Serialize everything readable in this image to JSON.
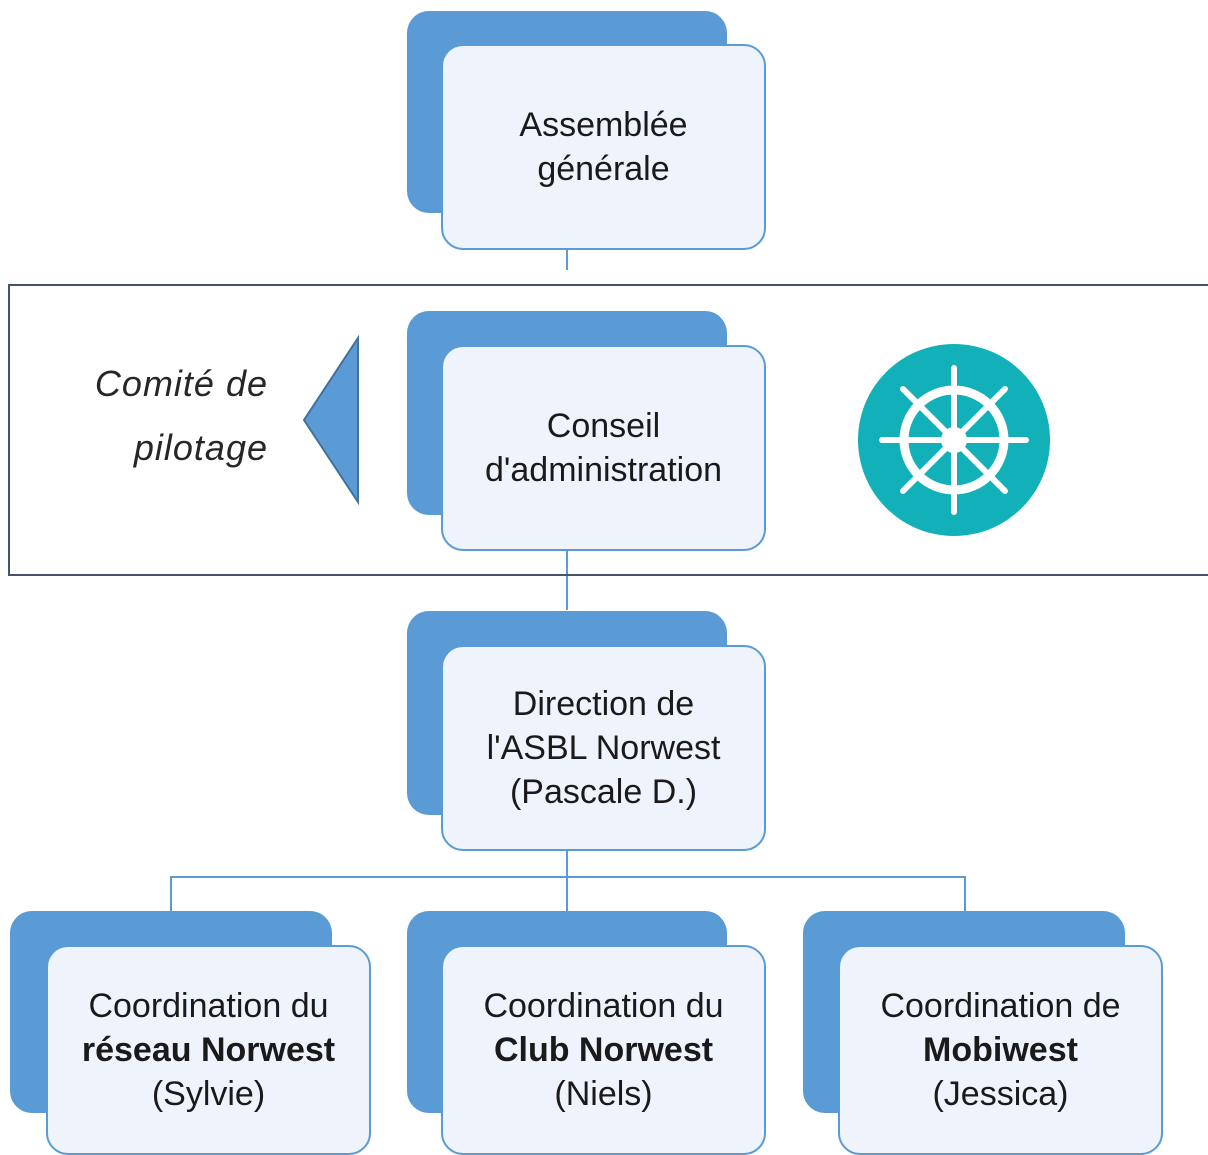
{
  "nodes": {
    "assemblee": {
      "line1": "Assemblée",
      "line2": "générale"
    },
    "conseil": {
      "line1": "Conseil",
      "line2": "d'administration"
    },
    "direction": {
      "line1": "Direction de",
      "line2": "l'ASBL Norwest",
      "line3": "(Pascale D.)"
    },
    "reseau": {
      "line1": "Coordination du",
      "line2": "réseau Norwest",
      "line3": "(Sylvie)"
    },
    "club": {
      "line1": "Coordination du",
      "line2": "Club Norwest",
      "line3": "(Niels)"
    },
    "mobiwest": {
      "line1": "Coordination de",
      "line2": "Mobiwest",
      "line3": "(Jessica)"
    }
  },
  "comite": {
    "line1": "Comité de",
    "line2": "pilotage"
  },
  "icon": {
    "name": "ship-wheel-icon",
    "color": "#12b0b8"
  },
  "colors": {
    "accent": "#5b9bd5",
    "box_fill": "#eff3fb",
    "band_border": "#44546a"
  }
}
